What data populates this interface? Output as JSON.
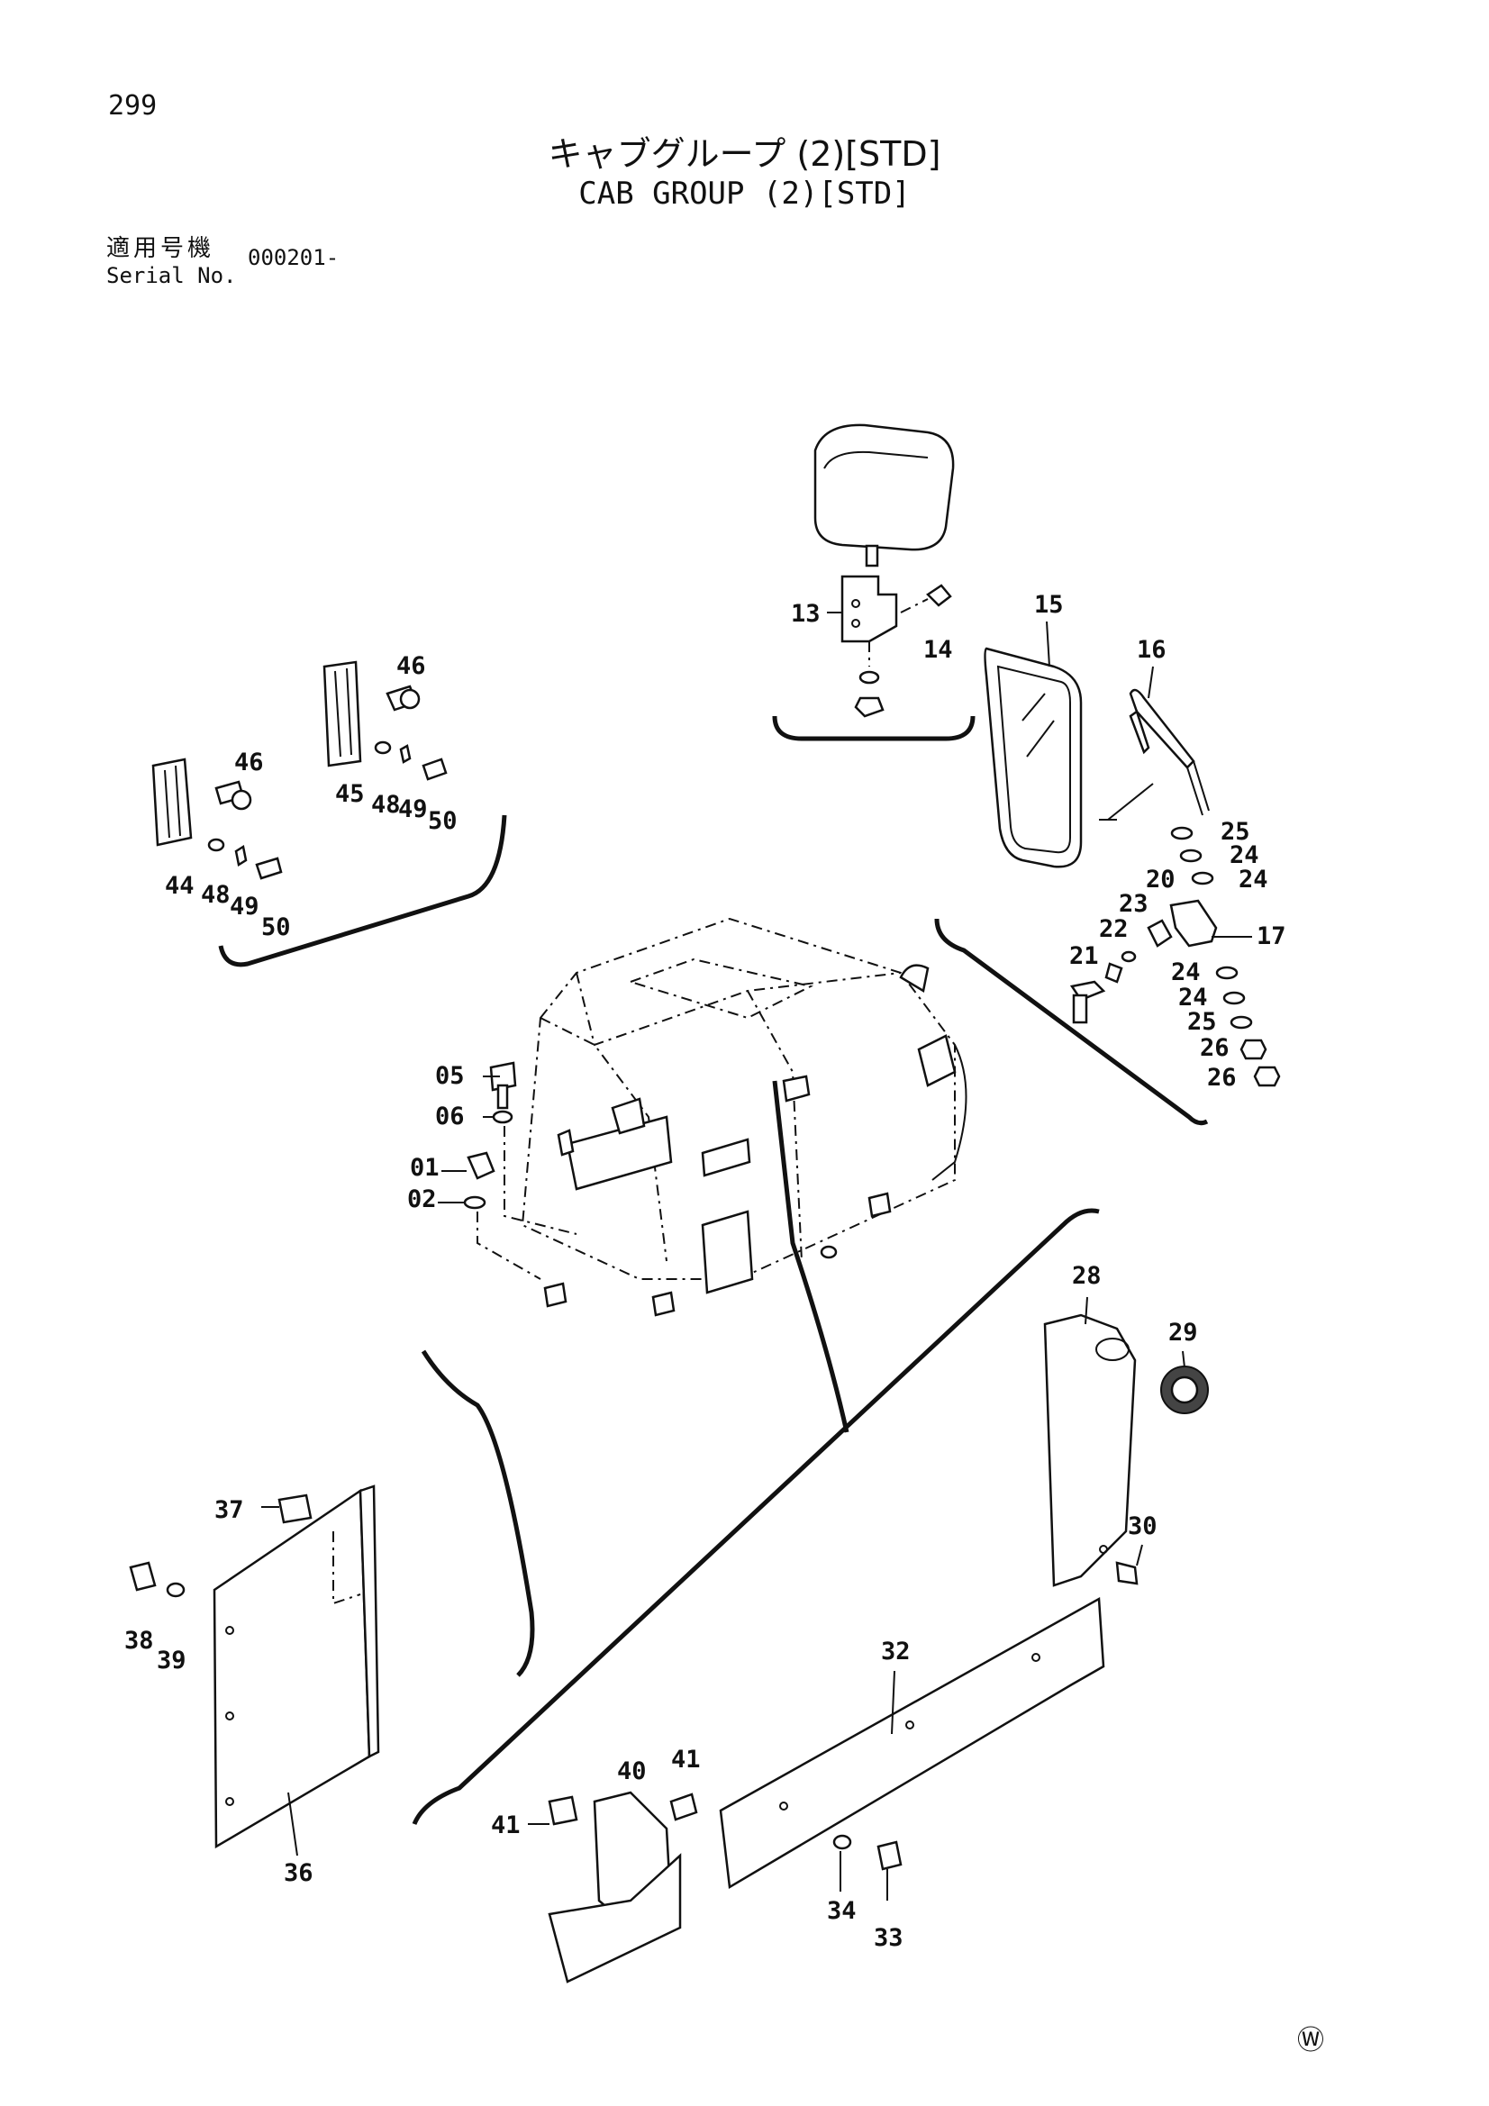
{
  "page_number": "299",
  "title_jp": "キャブグループ (2)[STD]",
  "title_en": "CAB GROUP (2)[STD]",
  "serial_label_jp": "適用号機",
  "serial_label_en": "Serial No.",
  "serial_value": "000201-",
  "corner_mark": "Ⓦ",
  "callouts": {
    "c13": "13",
    "c14": "14",
    "c15": "15",
    "c16": "16",
    "c17": "17",
    "c20": "20",
    "c21": "21",
    "c22": "22",
    "c23": "23",
    "c24a": "24",
    "c24b": "24",
    "c24c": "24",
    "c24d": "24",
    "c25a": "25",
    "c25b": "25",
    "c26a": "26",
    "c26b": "26",
    "c28": "28",
    "c29": "29",
    "c30": "30",
    "c32": "32",
    "c33": "33",
    "c34": "34",
    "c36": "36",
    "c37": "37",
    "c38": "38",
    "c39": "39",
    "c40": "40",
    "c41a": "41",
    "c41b": "41",
    "c44": "44",
    "c45": "45",
    "c46a": "46",
    "c46b": "46",
    "c48a": "48",
    "c48b": "48",
    "c49a": "49",
    "c49b": "49",
    "c50a": "50",
    "c50b": "50",
    "c01": "01",
    "c02": "02",
    "c05": "05",
    "c06": "06"
  }
}
